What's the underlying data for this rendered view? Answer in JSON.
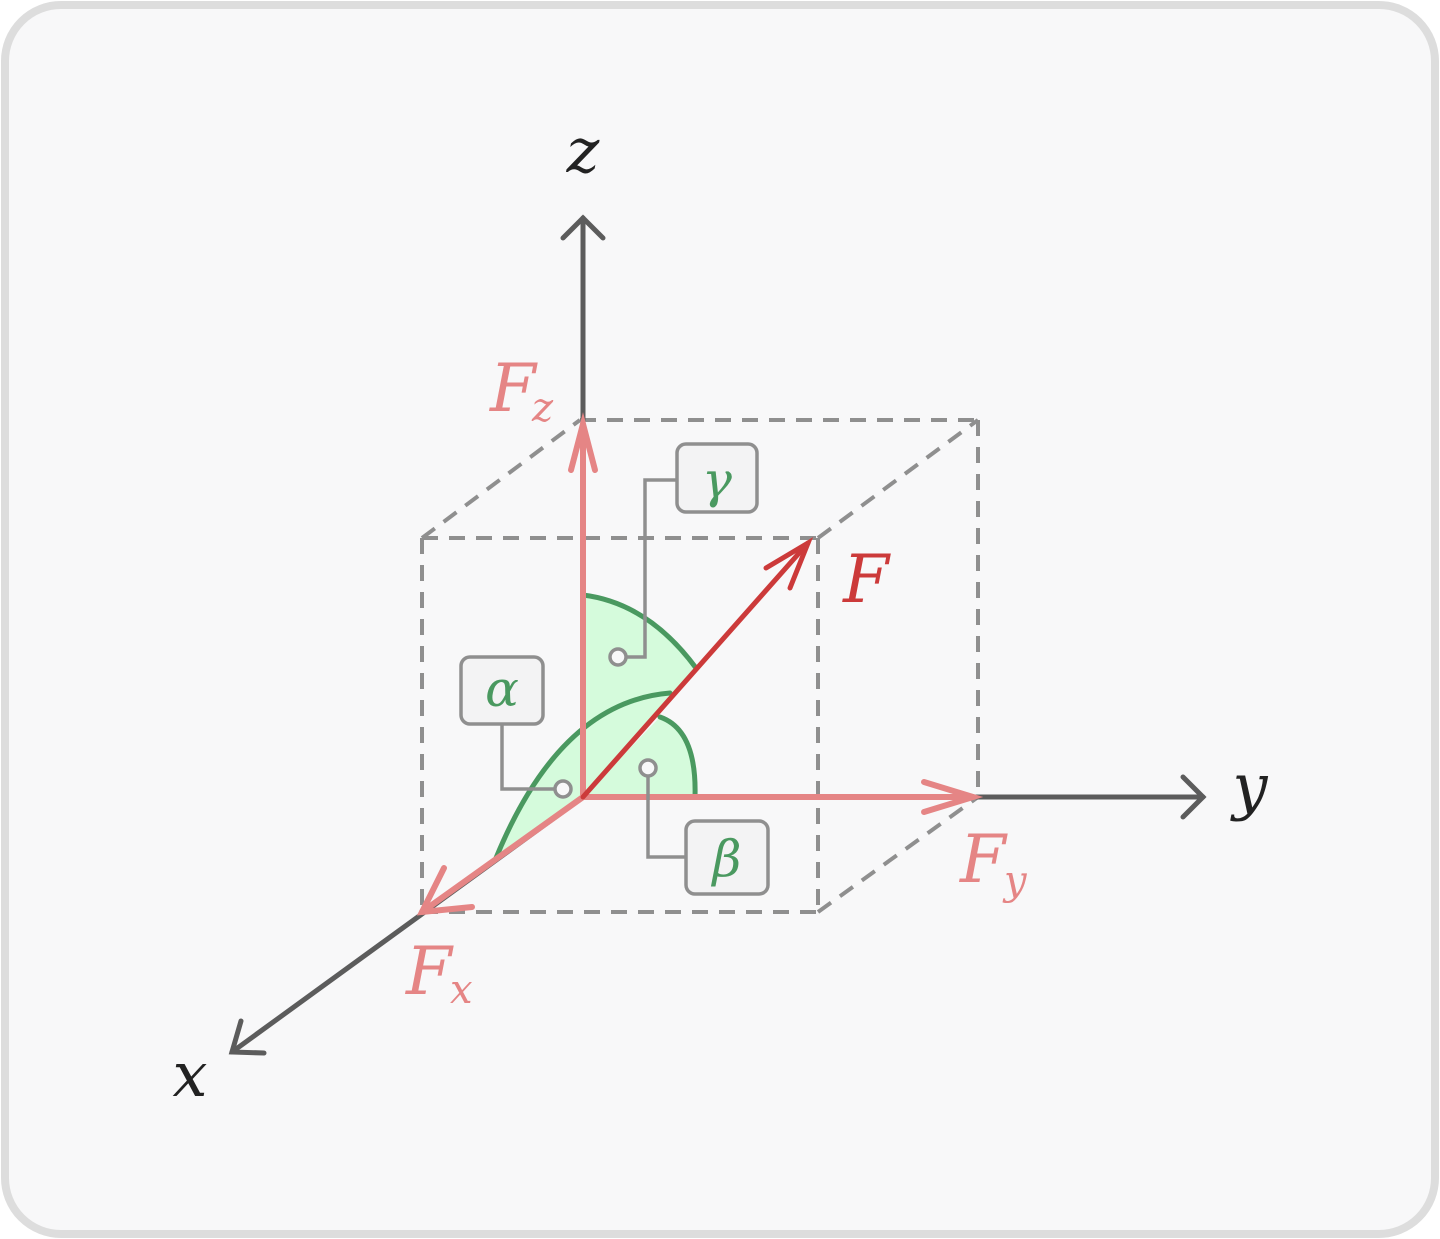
{
  "colors": {
    "panel_bg": "#f8f8f9",
    "panel_border": "#dddddd",
    "axis": "#5c5c5c",
    "component": "#e58585",
    "resultant": "#cc3a3a",
    "angle_fill": "#d5fbdc",
    "angle_stroke": "#4a9960",
    "guide": "#8f8f8f",
    "box_dash": "#8f8f8f",
    "callout_bg": "#f3f3f4",
    "callout_border": "#8f8f8f",
    "axis_label": "#222222"
  },
  "axes": {
    "x": "x",
    "y": "y",
    "z": "z"
  },
  "vectors": {
    "resultant": "F",
    "fx_main": "F",
    "fx_sub": "x",
    "fy_main": "F",
    "fy_sub": "y",
    "fz_main": "F",
    "fz_sub": "z"
  },
  "angles": {
    "alpha": "α",
    "beta": "β",
    "gamma": "γ"
  }
}
